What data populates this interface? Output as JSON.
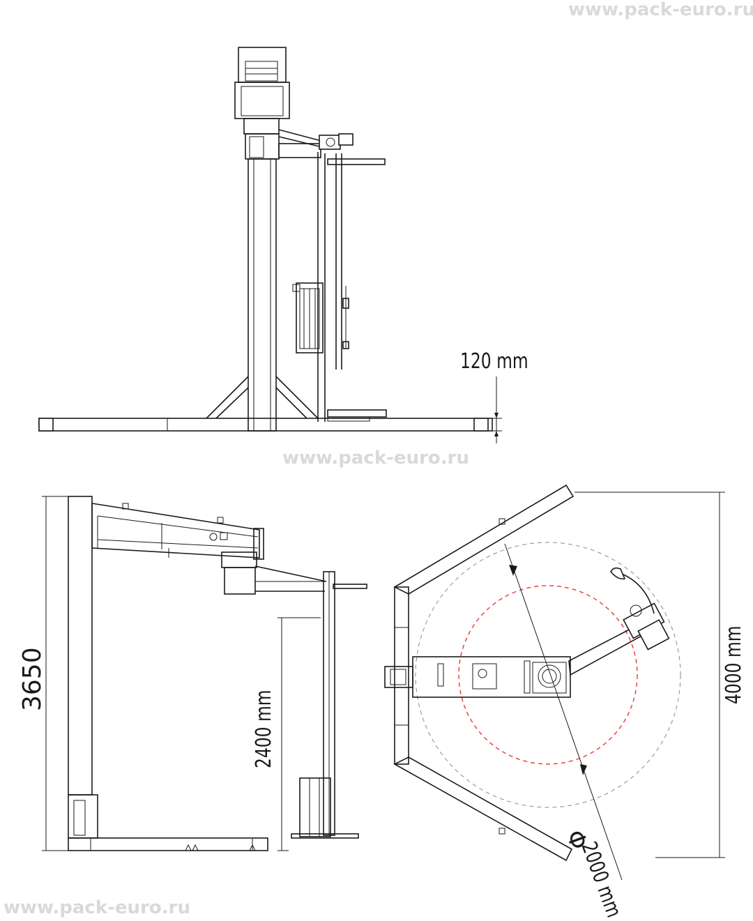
{
  "watermark": "www.pack-euro.ru",
  "dimensions": {
    "mast_gap": "120 mm",
    "total_height": "3650",
    "max_load_height": "2400 mm",
    "footprint_width": "4000 mm",
    "diameter_symbol": "Φ",
    "diameter": "2000 mm"
  },
  "colors": {
    "line": "#1a1a1a",
    "red_circle": "#e53935",
    "grey_circle": "#8a8a8a",
    "watermark": "#d9d9d9"
  }
}
